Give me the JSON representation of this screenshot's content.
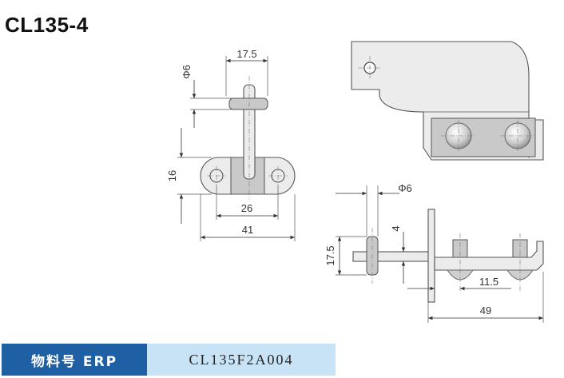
{
  "title": "CL135-4",
  "dimensions": {
    "front_width_top": "17.5",
    "front_diameter": "Φ6",
    "front_height": "16",
    "front_hole_spacing": "26",
    "front_width_total": "41",
    "side_diameter": "Φ6",
    "side_offset": "4",
    "side_height": "17.5",
    "side_spacing": "11.5",
    "side_width": "49"
  },
  "table": {
    "label": "物料号 ERP",
    "value": "CL135F2A004"
  }
}
